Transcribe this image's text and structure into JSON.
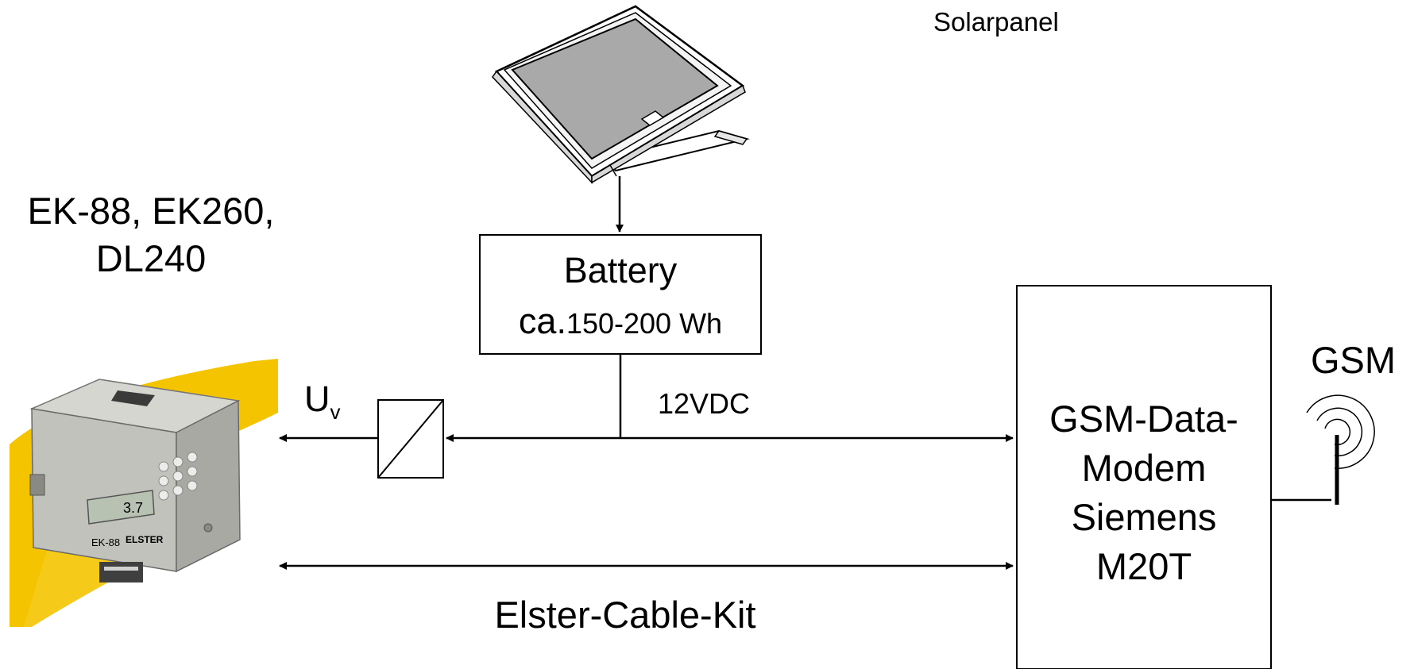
{
  "labels": {
    "solarpanel": "Solarpanel",
    "devices_line1": "EK-88, EK260,",
    "devices_line2": "DL240",
    "battery_title": "Battery",
    "battery_ca": "ca.",
    "battery_capacity": "150-200 Wh",
    "voltage_main": "U",
    "voltage_sub": "v",
    "supply": "12VDC",
    "modem_line1": "GSM-Data-",
    "modem_line2": "Modem",
    "modem_line3": "Siemens",
    "modem_line4": "M20T",
    "gsm": "GSM",
    "cable": "Elster-Cable-Kit"
  },
  "device_photo": {
    "model_plate": "EK-88",
    "brand": "ELSTER",
    "display_reading": "3.7"
  },
  "colors": {
    "line": "#000000",
    "yellow_brush": "#f5c400",
    "panel_surface": "#a9a9a9",
    "device_body": "#c2c2bd"
  }
}
